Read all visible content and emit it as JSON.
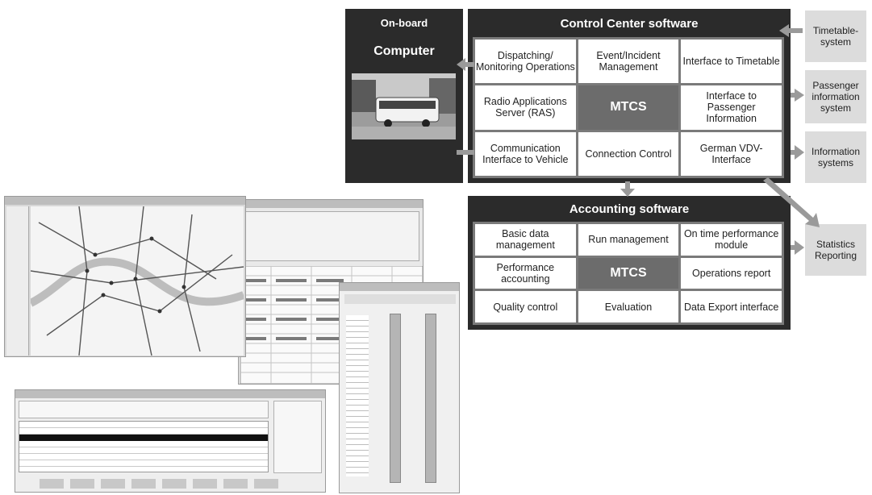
{
  "onboard": {
    "title_line1": "On-board",
    "title_line2": "Computer"
  },
  "control": {
    "title": "Control Center software",
    "cells": [
      "Dispatching/ Monitoring Operations",
      "Event/Incident Management",
      "Interface to Timetable",
      "Radio Applications Server (RAS)",
      "MTCS",
      "Interface to Passenger Information",
      "Communication Interface to Vehicle",
      "Connection Control",
      "German VDV-Interface"
    ]
  },
  "accounting": {
    "title": "Accounting software",
    "cells": [
      "Basic data management",
      "Run management",
      "On time performance module",
      "Performance accounting",
      "MTCS",
      "Operations report",
      "Quality control",
      "Evaluation",
      "Data Export interface"
    ]
  },
  "side_boxes": {
    "timetable": "Timetable-system",
    "passenger": "Passenger information system",
    "information": "Information systems",
    "statistics": "Statistics Reporting"
  },
  "colors": {
    "dark_panel": "#2b2b2b",
    "grid": "#7a7a7a",
    "mtcs": "#6c6c6c",
    "side_box": "#dcdcdc",
    "arrow": "#9a9a9a"
  }
}
